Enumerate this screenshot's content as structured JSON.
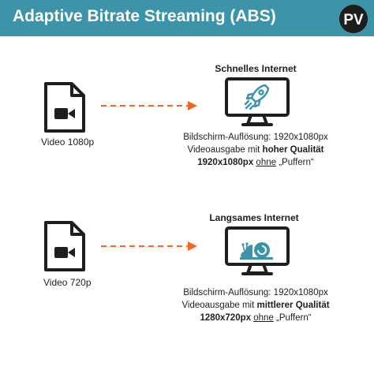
{
  "header": {
    "title": "Adaptive Bitrate Streaming (ABS)",
    "logo_text": "PV",
    "background_color": "#3d94a8"
  },
  "colors": {
    "arrow": "#f26522",
    "icon_stroke": "#1e1e1e",
    "icon_accent": "#3d94a8"
  },
  "fast": {
    "file_label": "Video 1080p",
    "file_icon": "video-file-icon",
    "monitor_icon": "rocket-icon",
    "title": "Schnelles Internet",
    "line1": "Bildschirm-Auflösung: 1920x1080px",
    "line2_prefix": "Videoausgabe mit ",
    "line2_bold": "hoher Qualität",
    "line3_bold": "1920x1080px",
    "line3_underline": "ohne",
    "line3_rest": " „Puffern“"
  },
  "slow": {
    "file_label": "Video 720p",
    "file_icon": "video-file-icon",
    "monitor_icon": "snail-icon",
    "title": "Langsames Internet",
    "line1": "Bildschirm-Auflösung: 1920x1080px",
    "line2_prefix": "Videoausgabe mit ",
    "line2_bold": "mittlerer Qualität",
    "line3_bold": "1280x720px",
    "line3_underline": "ohne",
    "line3_rest": " „Puffern“"
  }
}
